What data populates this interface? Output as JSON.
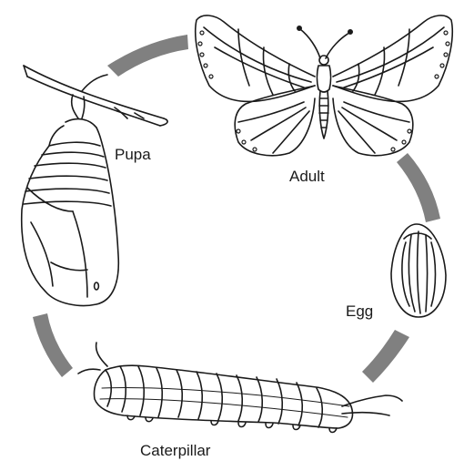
{
  "diagram": {
    "stages": {
      "adult": "Adult",
      "egg": "Egg",
      "caterpillar": "Caterpillar",
      "pupa": "Pupa"
    },
    "colors": {
      "line": "#1a1a1a",
      "arrow": "#808080",
      "fill": "#ffffff"
    },
    "icons": [
      "butterfly-icon",
      "egg-icon",
      "caterpillar-icon",
      "chrysalis-icon",
      "branch-icon"
    ]
  }
}
